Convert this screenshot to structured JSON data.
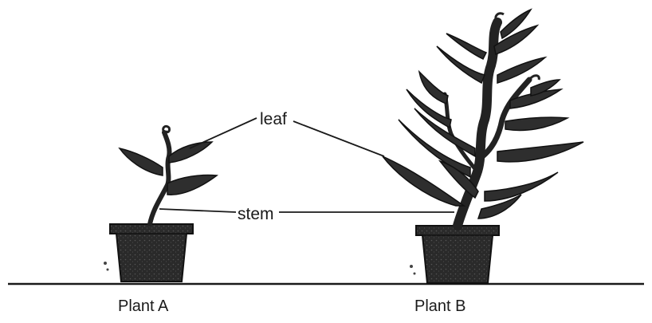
{
  "labels": {
    "leaf": "leaf",
    "stem": "stem",
    "plant_a": "Plant A",
    "plant_b": "Plant B"
  },
  "colors": {
    "ink": "#1a1a1a",
    "leaf_fill": "#2e2e2e",
    "pot_fill": "#262626",
    "background": "#ffffff"
  }
}
